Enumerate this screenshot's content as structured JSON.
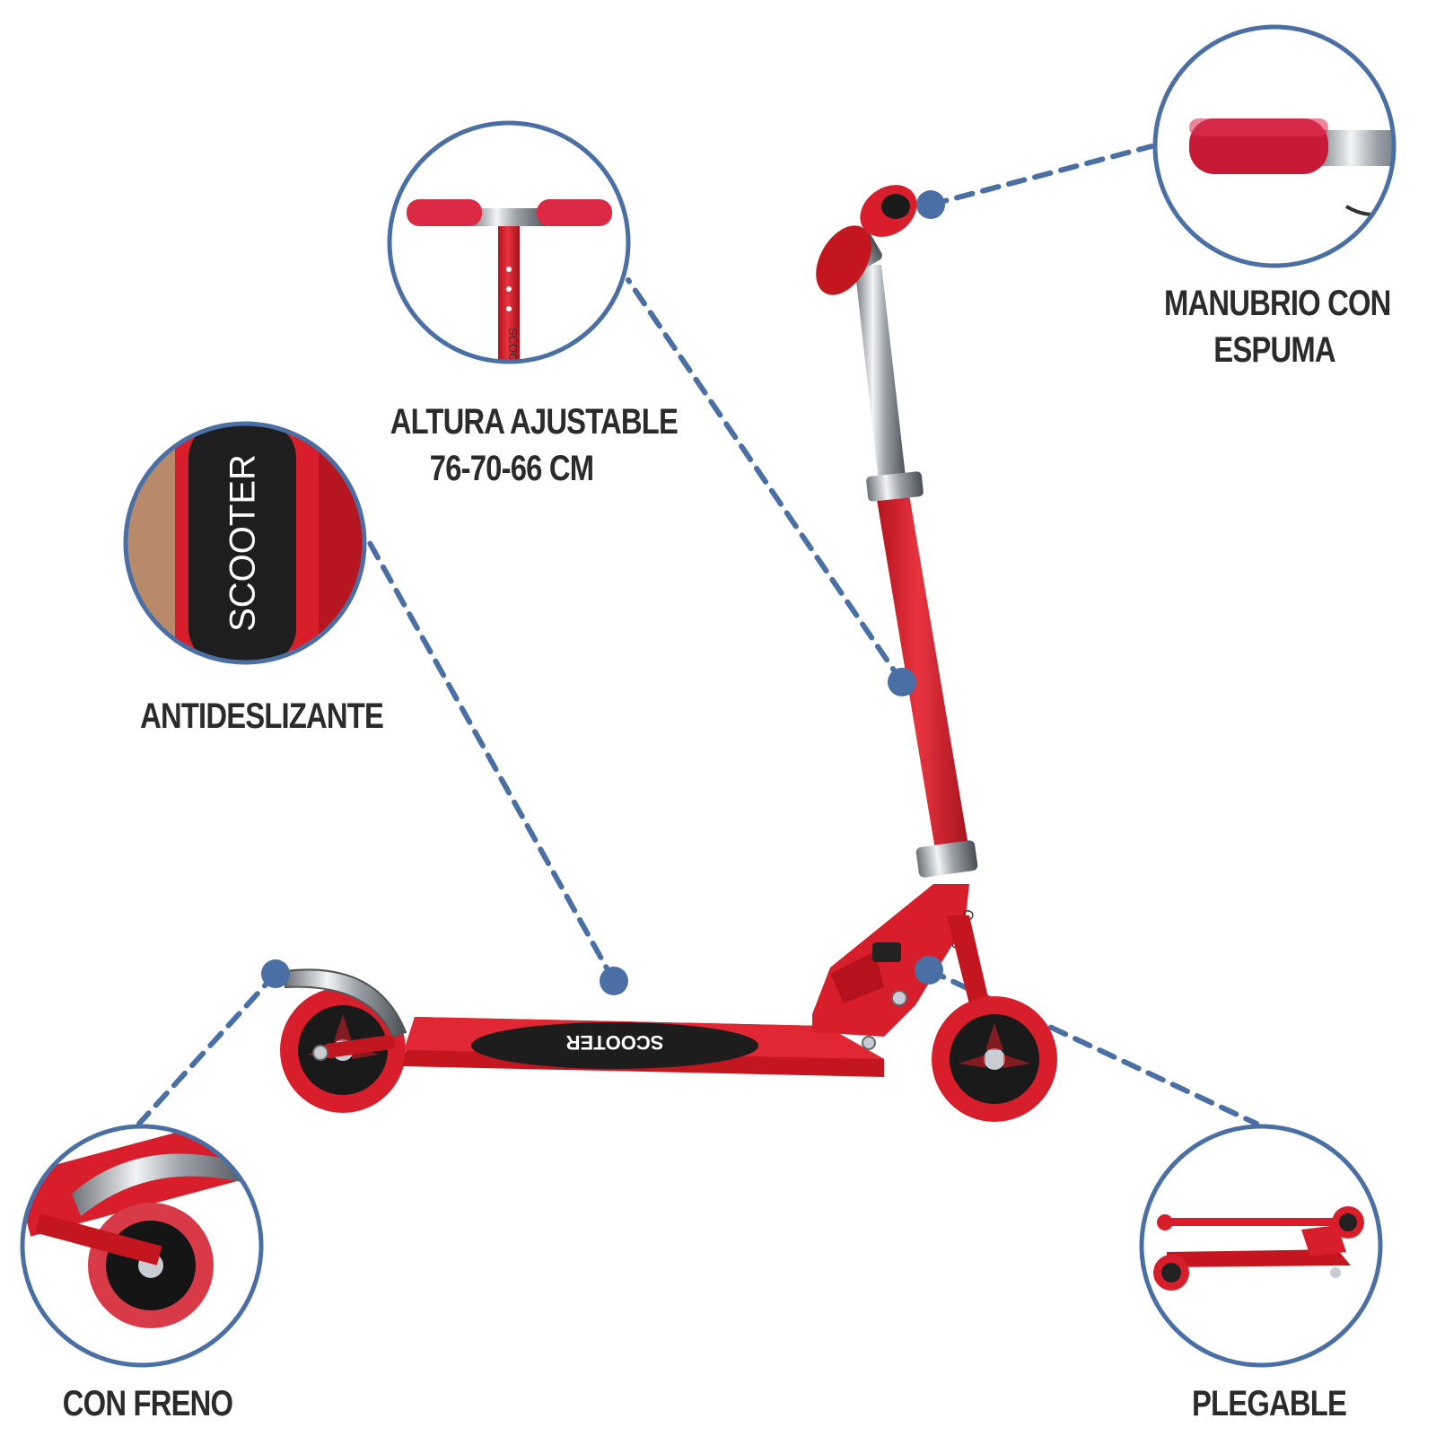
{
  "colors": {
    "accent": "#4a6fa5",
    "scooter_red": "#d81e2a",
    "dark_red": "#a3121d",
    "chrome": "#c9cdd3",
    "wheel_black": "#1a1a1a",
    "label_text": "#2b2b2b"
  },
  "features": [
    {
      "id": "handlebar",
      "lines": [
        "MANUBRIO CON",
        "ESPUMA"
      ]
    },
    {
      "id": "height",
      "lines": [
        "ALTURA AJUSTABLE",
        "76-70-66 CM"
      ]
    },
    {
      "id": "grip",
      "lines": [
        "ANTIDESLIZANTE"
      ]
    },
    {
      "id": "brake",
      "lines": [
        "CON FRENO"
      ]
    },
    {
      "id": "folding",
      "lines": [
        "PLEGABLE"
      ]
    }
  ],
  "deck_brand": "SCOOTER",
  "grip_brand": "SCOOTER",
  "stem_brand": "SCOOTER",
  "neck_brand": "SCOO"
}
